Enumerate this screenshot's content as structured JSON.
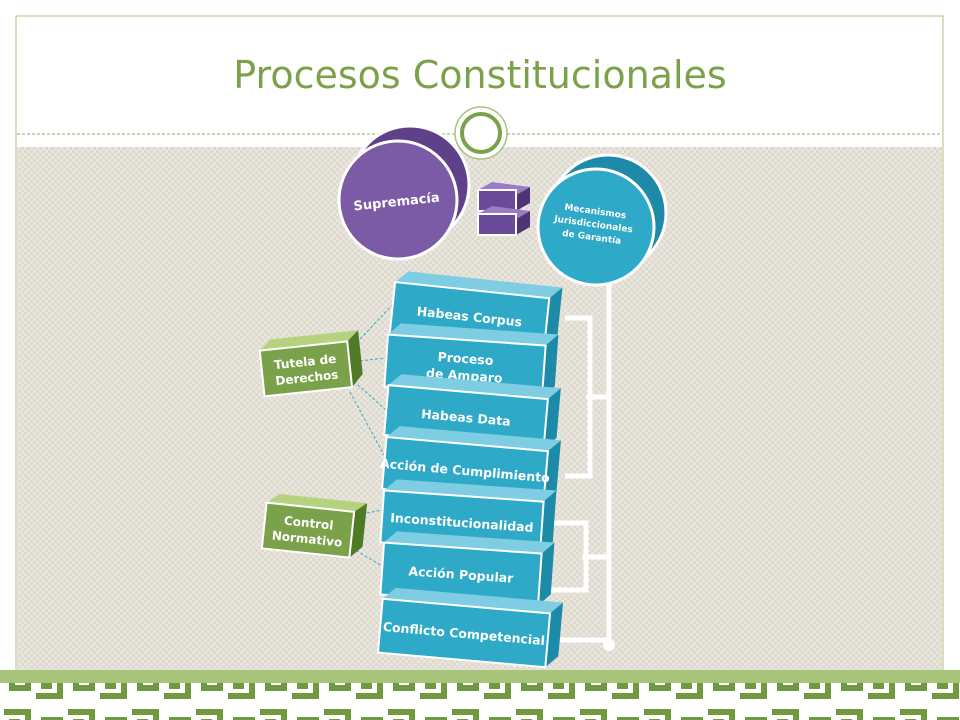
{
  "title": "Procesos Constitucionales",
  "colors": {
    "accent_green": "#7ba24a",
    "box_blue": "#2ea9c7",
    "box_blue_dark": "#1d8aa8",
    "purple": "#7b5aa6",
    "purple_dark": "#5f4189",
    "content_bg": "#e8e5dc"
  },
  "supremacia": {
    "label": "Supremacía"
  },
  "mecanismos": {
    "line1": "Mecanismos",
    "line2": "Jurisdiccionales",
    "line3": "de Garantía"
  },
  "tutela": {
    "line1": "Tutela de",
    "line2": "Derechos"
  },
  "control": {
    "line1": "Control",
    "line2": "Normativo"
  },
  "processes": [
    {
      "line1": "Habeas Corpus"
    },
    {
      "line1": "Proceso",
      "line2": "de Amparo"
    },
    {
      "line1": "Habeas Data"
    },
    {
      "line1": "Acción de Cumplimiento"
    },
    {
      "line1": "Inconstitucionalidad"
    },
    {
      "line1": "Acción Popular"
    },
    {
      "line1": "Conflicto Competencial"
    }
  ]
}
